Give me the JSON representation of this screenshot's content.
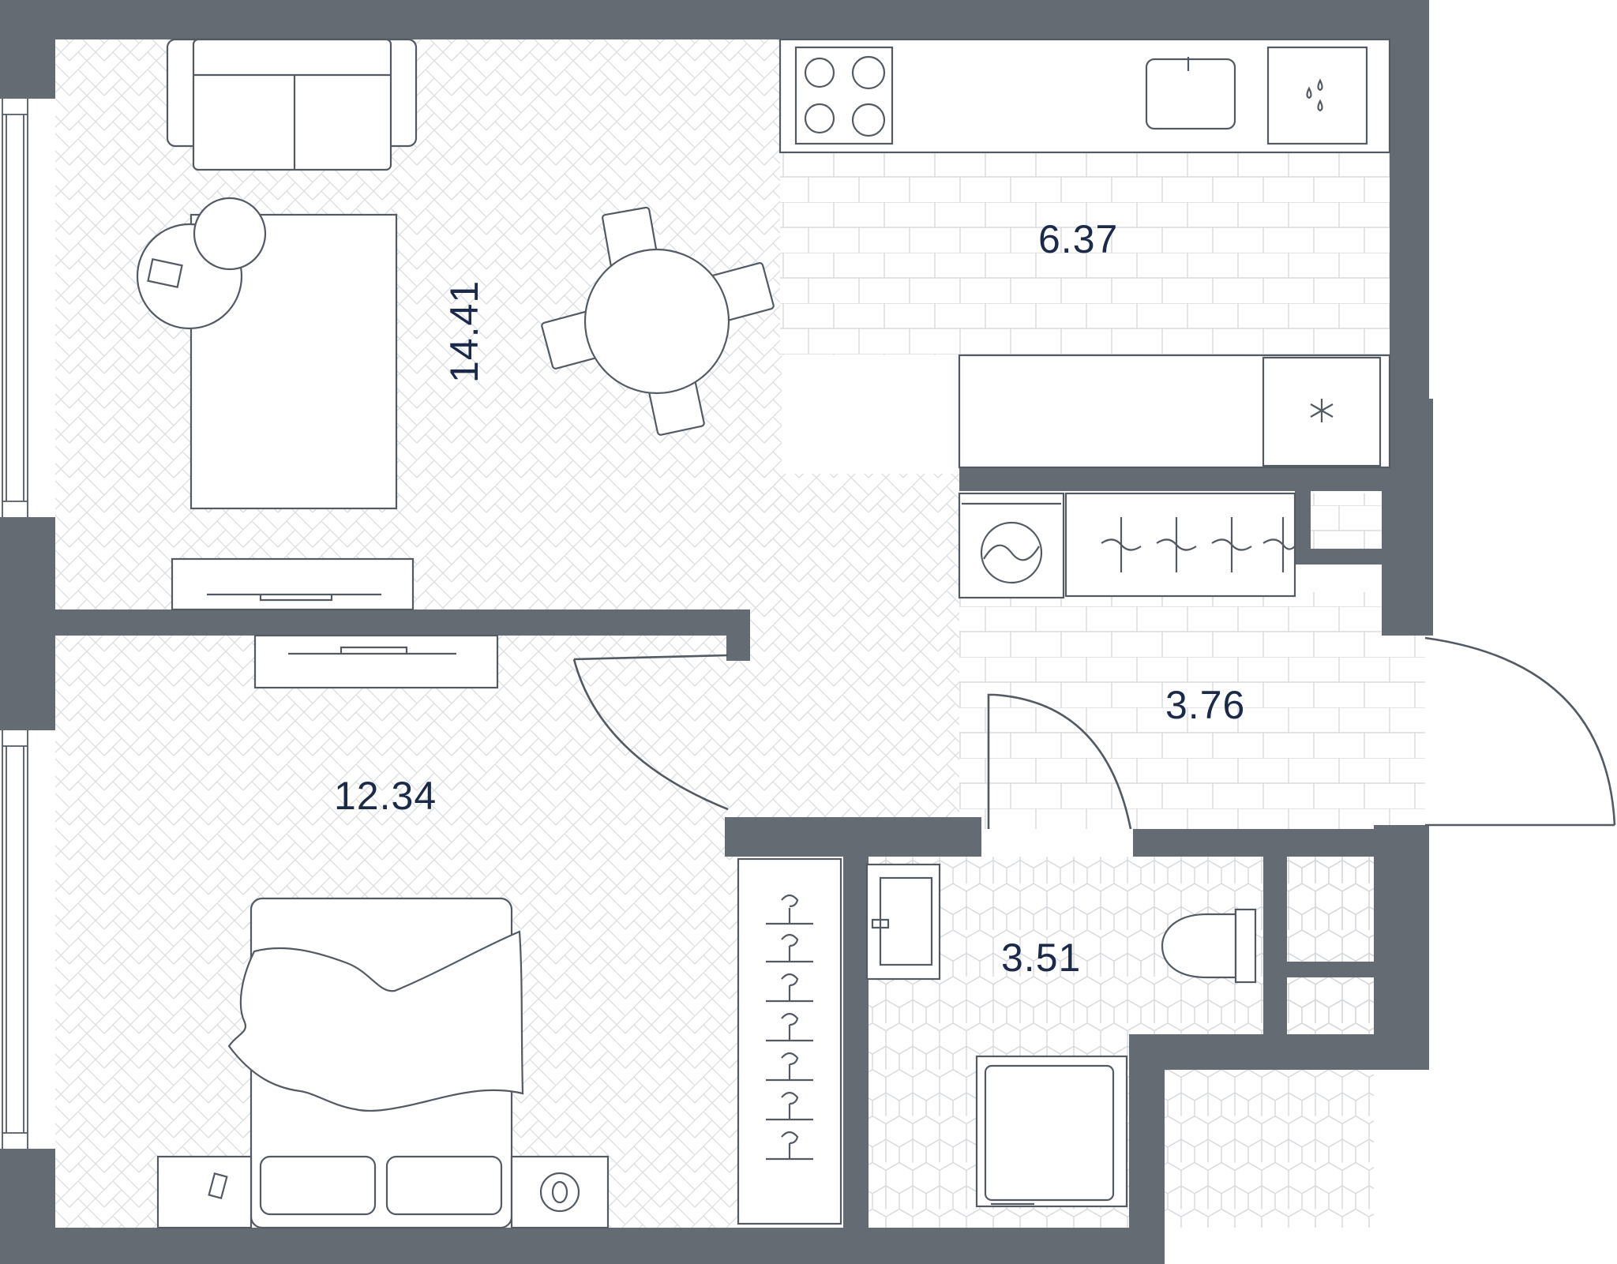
{
  "plan": {
    "rooms": [
      {
        "id": "living",
        "area_label": "14.41"
      },
      {
        "id": "kitchen",
        "area_label": "6.37"
      },
      {
        "id": "bedroom",
        "area_label": "12.34"
      },
      {
        "id": "hall",
        "area_label": "3.76"
      },
      {
        "id": "bathroom",
        "area_label": "3.51"
      }
    ],
    "colors": {
      "walls": "#646b72",
      "furniture_stroke": "#535a62",
      "labels": "#1c2a4a",
      "floor_pattern": "#d9dcdf",
      "background": "#ffffff"
    },
    "icons": [
      "herringbone-parquet",
      "brick-tile",
      "hexagon-tile",
      "hob-icon",
      "sink-icon",
      "dishwasher-icon",
      "fridge-icon",
      "washing-machine-icon",
      "hanger-icon",
      "toilet-icon",
      "shower-icon",
      "tv-icon"
    ]
  }
}
